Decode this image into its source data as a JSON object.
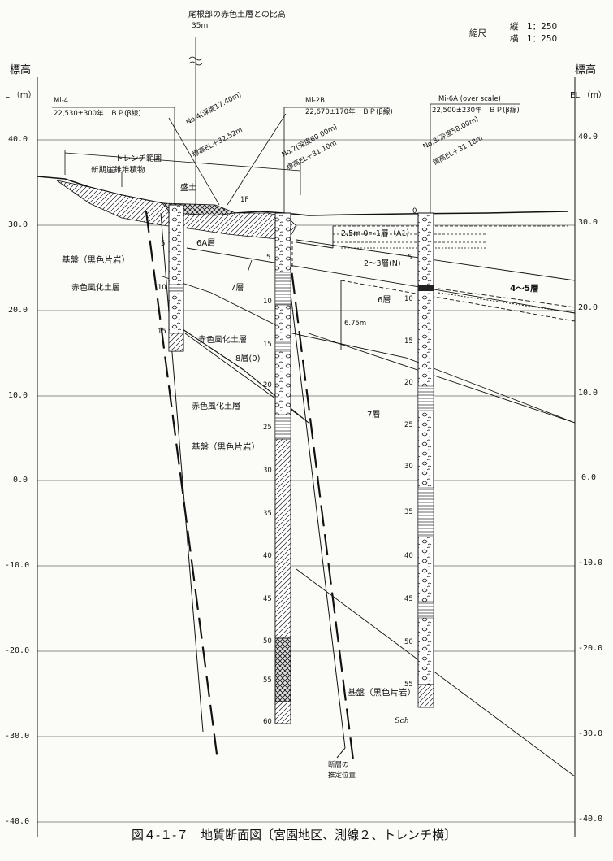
{
  "header": {
    "ridge_note": "尾根部の赤色土層との比高",
    "ridge_value": "35m",
    "scale_label": "縮尺",
    "scale_vertical": "縦　1：250",
    "scale_horizontal": "横　1：250"
  },
  "axes": {
    "left_title": "標高",
    "left_unit": "L （m）",
    "right_title": "標高",
    "right_unit": "EL （m）",
    "ticks": [
      "40.0",
      "30.0",
      "20.0",
      "10.0",
      "0.0",
      "-10.0",
      "-20.0",
      "-30.0",
      "-40.0"
    ],
    "right_ticks": [
      "40.0",
      "30.0",
      "20.0",
      "10.0",
      "0.0",
      "-10.0",
      "-20.0",
      "-30.0",
      "-40.0"
    ]
  },
  "samples": {
    "mi4": {
      "name": "Mi-4",
      "age": "22,530±300年　ＢＰ(β線)"
    },
    "mi2b": {
      "name": "Mi-2B",
      "age": "22,670±170年　ＢＰ(β線)"
    },
    "mi6a": {
      "name": "Mi-6A (over scale)",
      "age": "22,500±230年　ＢＰ(β線)"
    }
  },
  "boreholes": {
    "no4_depth": "No.4(深度17.40m)",
    "no4_el": "標高EL＋32.52m",
    "no7_depth": "No.7(深度60.00m)",
    "no7_el": "標高EL＋31.10m",
    "no3_depth": "No.3(深度58.00m)",
    "no3_el": "標高EL＋31.18m",
    "no4_depths": [
      "5",
      "10",
      "15"
    ],
    "no7_depths": [
      "5",
      "10",
      "15",
      "20",
      "25",
      "30",
      "35",
      "40",
      "45",
      "50",
      "55",
      "60"
    ],
    "no3_depths": [
      "0",
      "5",
      "10",
      "15",
      "20",
      "25",
      "30",
      "35",
      "40",
      "45",
      "50",
      "55"
    ]
  },
  "labels": {
    "trench_range": "トレンチ範囲",
    "new_deposit": "新期崖錐堆積物",
    "fill": "盛土",
    "layer_1f": "1F",
    "layer_6a": "6A層",
    "bedrock_left": "基盤（黒色片岩）",
    "red_weathered_1": "赤色風化土層",
    "layer_7_left": "7層",
    "red_weathered_2": "赤色風化土層",
    "layer_8": "8層(0)",
    "red_weathered_3": "赤色風化土層",
    "bedrock_mid": "基盤（黒色片岩）",
    "layer_01": "2.5m 0～1層（A1）",
    "layer_23": "2～3層(N)",
    "layer_45": "4～5層",
    "layer_6": "6層",
    "dist_675": "6.75m",
    "layer_7_right": "7層",
    "bedrock_right": "基盤（黒色片岩）",
    "sch": "Sch",
    "fault": "断層の",
    "fault2": "推定位置"
  },
  "caption": "図４-１-７　地質断面図〔宮園地区、測線２、トレンチ横〕"
}
